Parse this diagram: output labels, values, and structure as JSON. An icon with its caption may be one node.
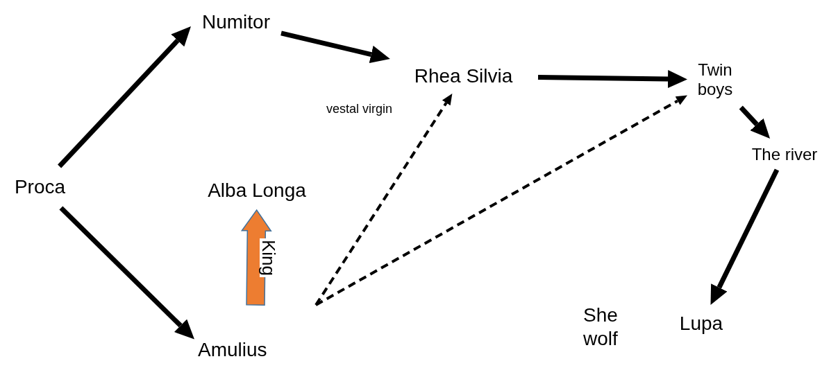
{
  "diagram": {
    "nodes": [
      {
        "text": [
          "Proca"
        ]
      },
      {
        "text": [
          "Numitor"
        ]
      },
      {
        "text": [
          "Rhea Silvia"
        ],
        "beside": [
          "vestal virgin"
        ]
      },
      {
        "text": [
          "Twin boys"
        ]
      },
      {
        "text": [
          "The river"
        ]
      },
      {
        "text": [
          "Alba Longa"
        ]
      },
      {
        "text": [
          "Amulius"
        ]
      },
      {
        "text": [
          "Lupa"
        ],
        "beside": [
          "She wolf"
        ]
      }
    ],
    "edges": [
      {
        "from": 0,
        "to": 1,
        "arrow": "to"
      },
      {
        "from": 0,
        "to": 6,
        "arrow": "to"
      },
      {
        "from": 1,
        "to": 2,
        "arrow": "to"
      },
      {
        "from": 2,
        "to": 3,
        "arrow": "to"
      },
      {
        "from": 3,
        "to": 4,
        "arrow": "to"
      },
      {
        "from": 4,
        "to": 7,
        "arrow": "to"
      },
      {
        "from": 6,
        "to": 2,
        "arrow": "to",
        "style": "dashed"
      },
      {
        "from": 6,
        "to": 3,
        "arrow": "to",
        "style": "dashed"
      },
      {
        "from": 6,
        "to": 5,
        "arrow": "to",
        "label": "King",
        "style": "thick",
        "color": "#ed7d31"
      }
    ]
  }
}
